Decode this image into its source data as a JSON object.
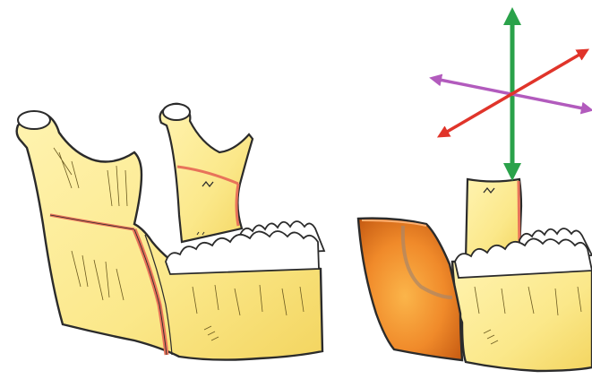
{
  "figure": {
    "panels": [
      {
        "name": "left-mandible"
      },
      {
        "name": "right-mandible"
      }
    ],
    "direction_arrows": [
      {
        "axis": "vertical",
        "color": "#2aa24a"
      },
      {
        "axis": "mediolateral",
        "color": "#b25bbd"
      },
      {
        "axis": "anteroposterior",
        "color": "#e0342a"
      }
    ],
    "colors": {
      "bone": "#fbe88a",
      "bone_shade": "#f3d560",
      "osteotomy_line": "#e8735a",
      "segment_orange": "#f08a2a",
      "segment_dark": "#c55a12",
      "outline": "#2b2b2b",
      "tooth": "#ffffff"
    }
  }
}
